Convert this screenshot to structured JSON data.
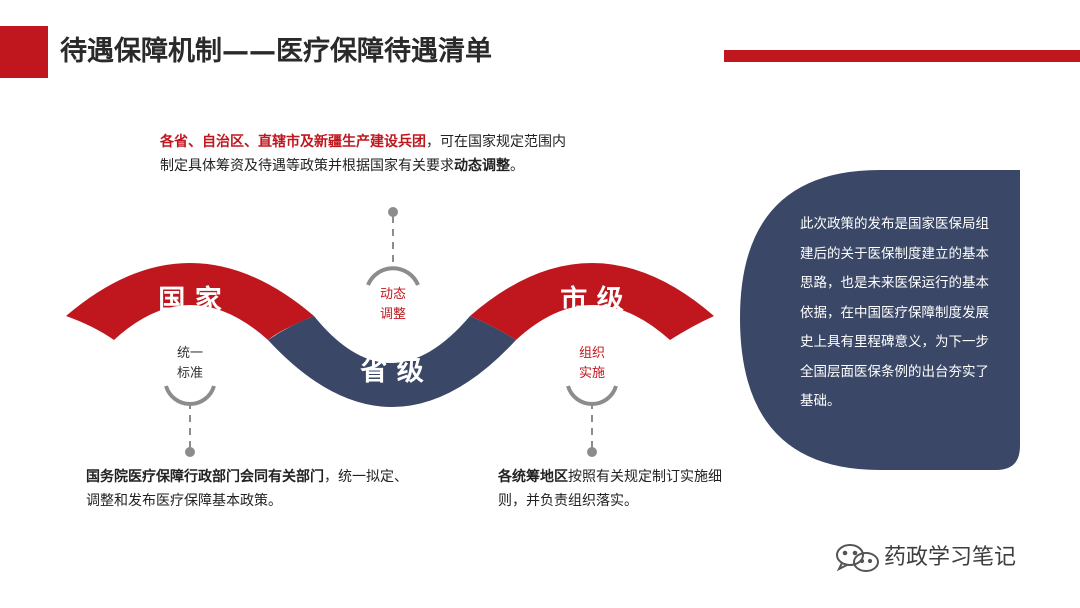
{
  "header": {
    "title": "待遇保障机制——医疗保障待遇清单"
  },
  "colors": {
    "accent": "#c0171f",
    "navy": "#3a4766",
    "gray": "#8c8c8c"
  },
  "wave": {
    "national": "国 家",
    "provincial": "省 级",
    "city": "市 级",
    "label_unify_1": "统一",
    "label_unify_2": "标准",
    "label_dynamic_1": "动态",
    "label_dynamic_2": "调整",
    "label_org_1": "组织",
    "label_org_2": "实施"
  },
  "notes": {
    "top": {
      "line1_red": "各省、自治区、直辖市及新疆生产建设兵团",
      "line1_rest": "，可在国家规定范围内",
      "line2_a": "制定具体筹资及待遇等政策并根据国家有关要求",
      "line2_bold": "动态调整",
      "line2_end": "。"
    },
    "bottom_left": {
      "bold": "国务院医疗保障行政部门会同有关部门",
      "rest": "，统一拟定、调整和发布医疗保障基本政策。"
    },
    "bottom_right": {
      "bold": "各统筹地区",
      "rest": "按照有关规定制订实施细则，并负责组织落实。"
    }
  },
  "side_panel": {
    "text": "此次政策的发布是国家医保局组建后的关于医保制度建立的基本思路，也是未来医保运行的基本依据，在中国医疗保障制度发展史上具有里程碑意义，为下一步全国层面医保条例的出台夯实了基础。"
  },
  "watermark": {
    "text": "药政学习笔记",
    "icon": "wechat-icon"
  }
}
